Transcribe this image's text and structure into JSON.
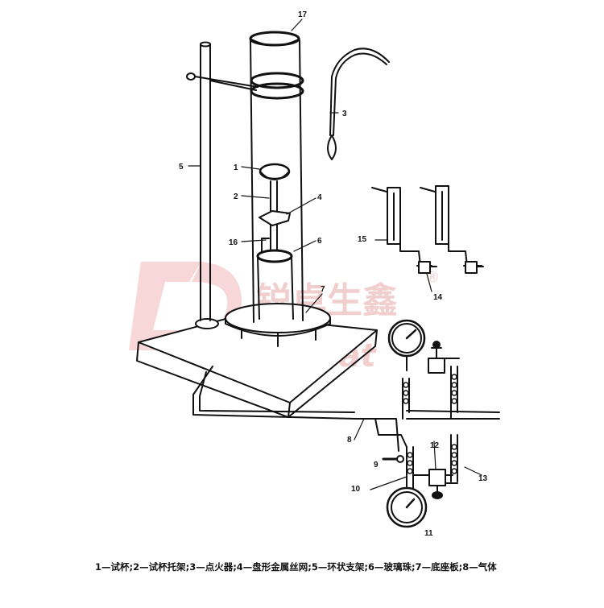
{
  "labels": {
    "n1": "1",
    "n2": "2",
    "n3": "3",
    "n4": "4",
    "n5": "5",
    "n6": "6",
    "n7": "7",
    "n8a": "8",
    "n9": "9",
    "n10": "10",
    "n11": "11",
    "n12": "12",
    "n13": "13",
    "n14": "14",
    "n15": "15",
    "n16": "16",
    "n17": "17"
  },
  "watermark": {
    "cn": "锐卓生鑫",
    "en": "xszrat",
    "reg": "®"
  },
  "caption": "1—试杯;2—试杯托架;3—点火器;4—盘形金属丝网;5—环状支架;6—玻璃珠;7—底座板;8—气体",
  "colors": {
    "ink": "#111111",
    "watermark": "#f2b8b8"
  }
}
